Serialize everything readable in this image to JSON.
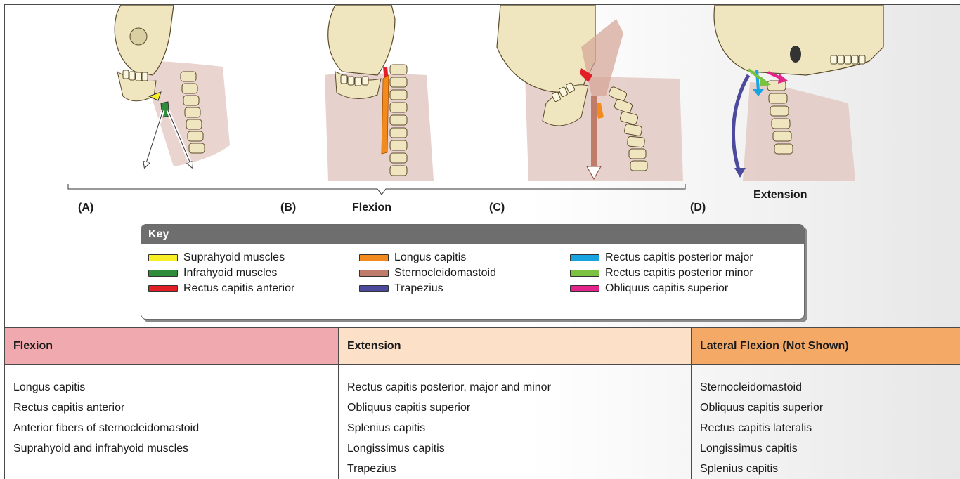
{
  "panels": {
    "a_label": "(A)",
    "b_label": "(B)",
    "c_label": "(C)",
    "d_label": "(D)",
    "flexion_caption": "Flexion",
    "extension_caption": "Extension"
  },
  "key": {
    "title": "Key",
    "items": [
      {
        "label": "Suprahyoid muscles",
        "color": "#f7ee25"
      },
      {
        "label": "Infrahyoid muscles",
        "color": "#2f8d3a"
      },
      {
        "label": "Rectus capitis anterior",
        "color": "#e21f26"
      },
      {
        "label": "Longus capitis",
        "color": "#f28a1d"
      },
      {
        "label": "Sternocleidomastoid",
        "color": "#c07c6a"
      },
      {
        "label": "Trapezius",
        "color": "#4b4a9d"
      },
      {
        "label": "Rectus capitis posterior major",
        "color": "#18a4e0"
      },
      {
        "label": "Rectus capitis posterior minor",
        "color": "#7cc242"
      },
      {
        "label": "Obliquus capitis superior",
        "color": "#e5248b"
      }
    ]
  },
  "table": {
    "columns": [
      {
        "header": "Flexion",
        "color": "#f0a9ae",
        "items": [
          "Longus capitis",
          "Rectus capitis anterior",
          "Anterior fibers of sternocleidomastoid",
          "Suprahyoid and infrahyoid muscles"
        ]
      },
      {
        "header": "Extension",
        "color": "#fde0c8",
        "items": [
          "Rectus capitis posterior, major and minor",
          "Obliquus capitis superior",
          "Splenius capitis",
          "Longissimus capitis",
          "Trapezius"
        ]
      },
      {
        "header": "Lateral Flexion (Not Shown)",
        "color": "#f5a966",
        "items": [
          "Sternocleidomastoid",
          "Obliquus capitis superior",
          "Rectus capitis lateralis",
          "Longissimus capitis",
          "Splenius capitis"
        ]
      }
    ]
  }
}
